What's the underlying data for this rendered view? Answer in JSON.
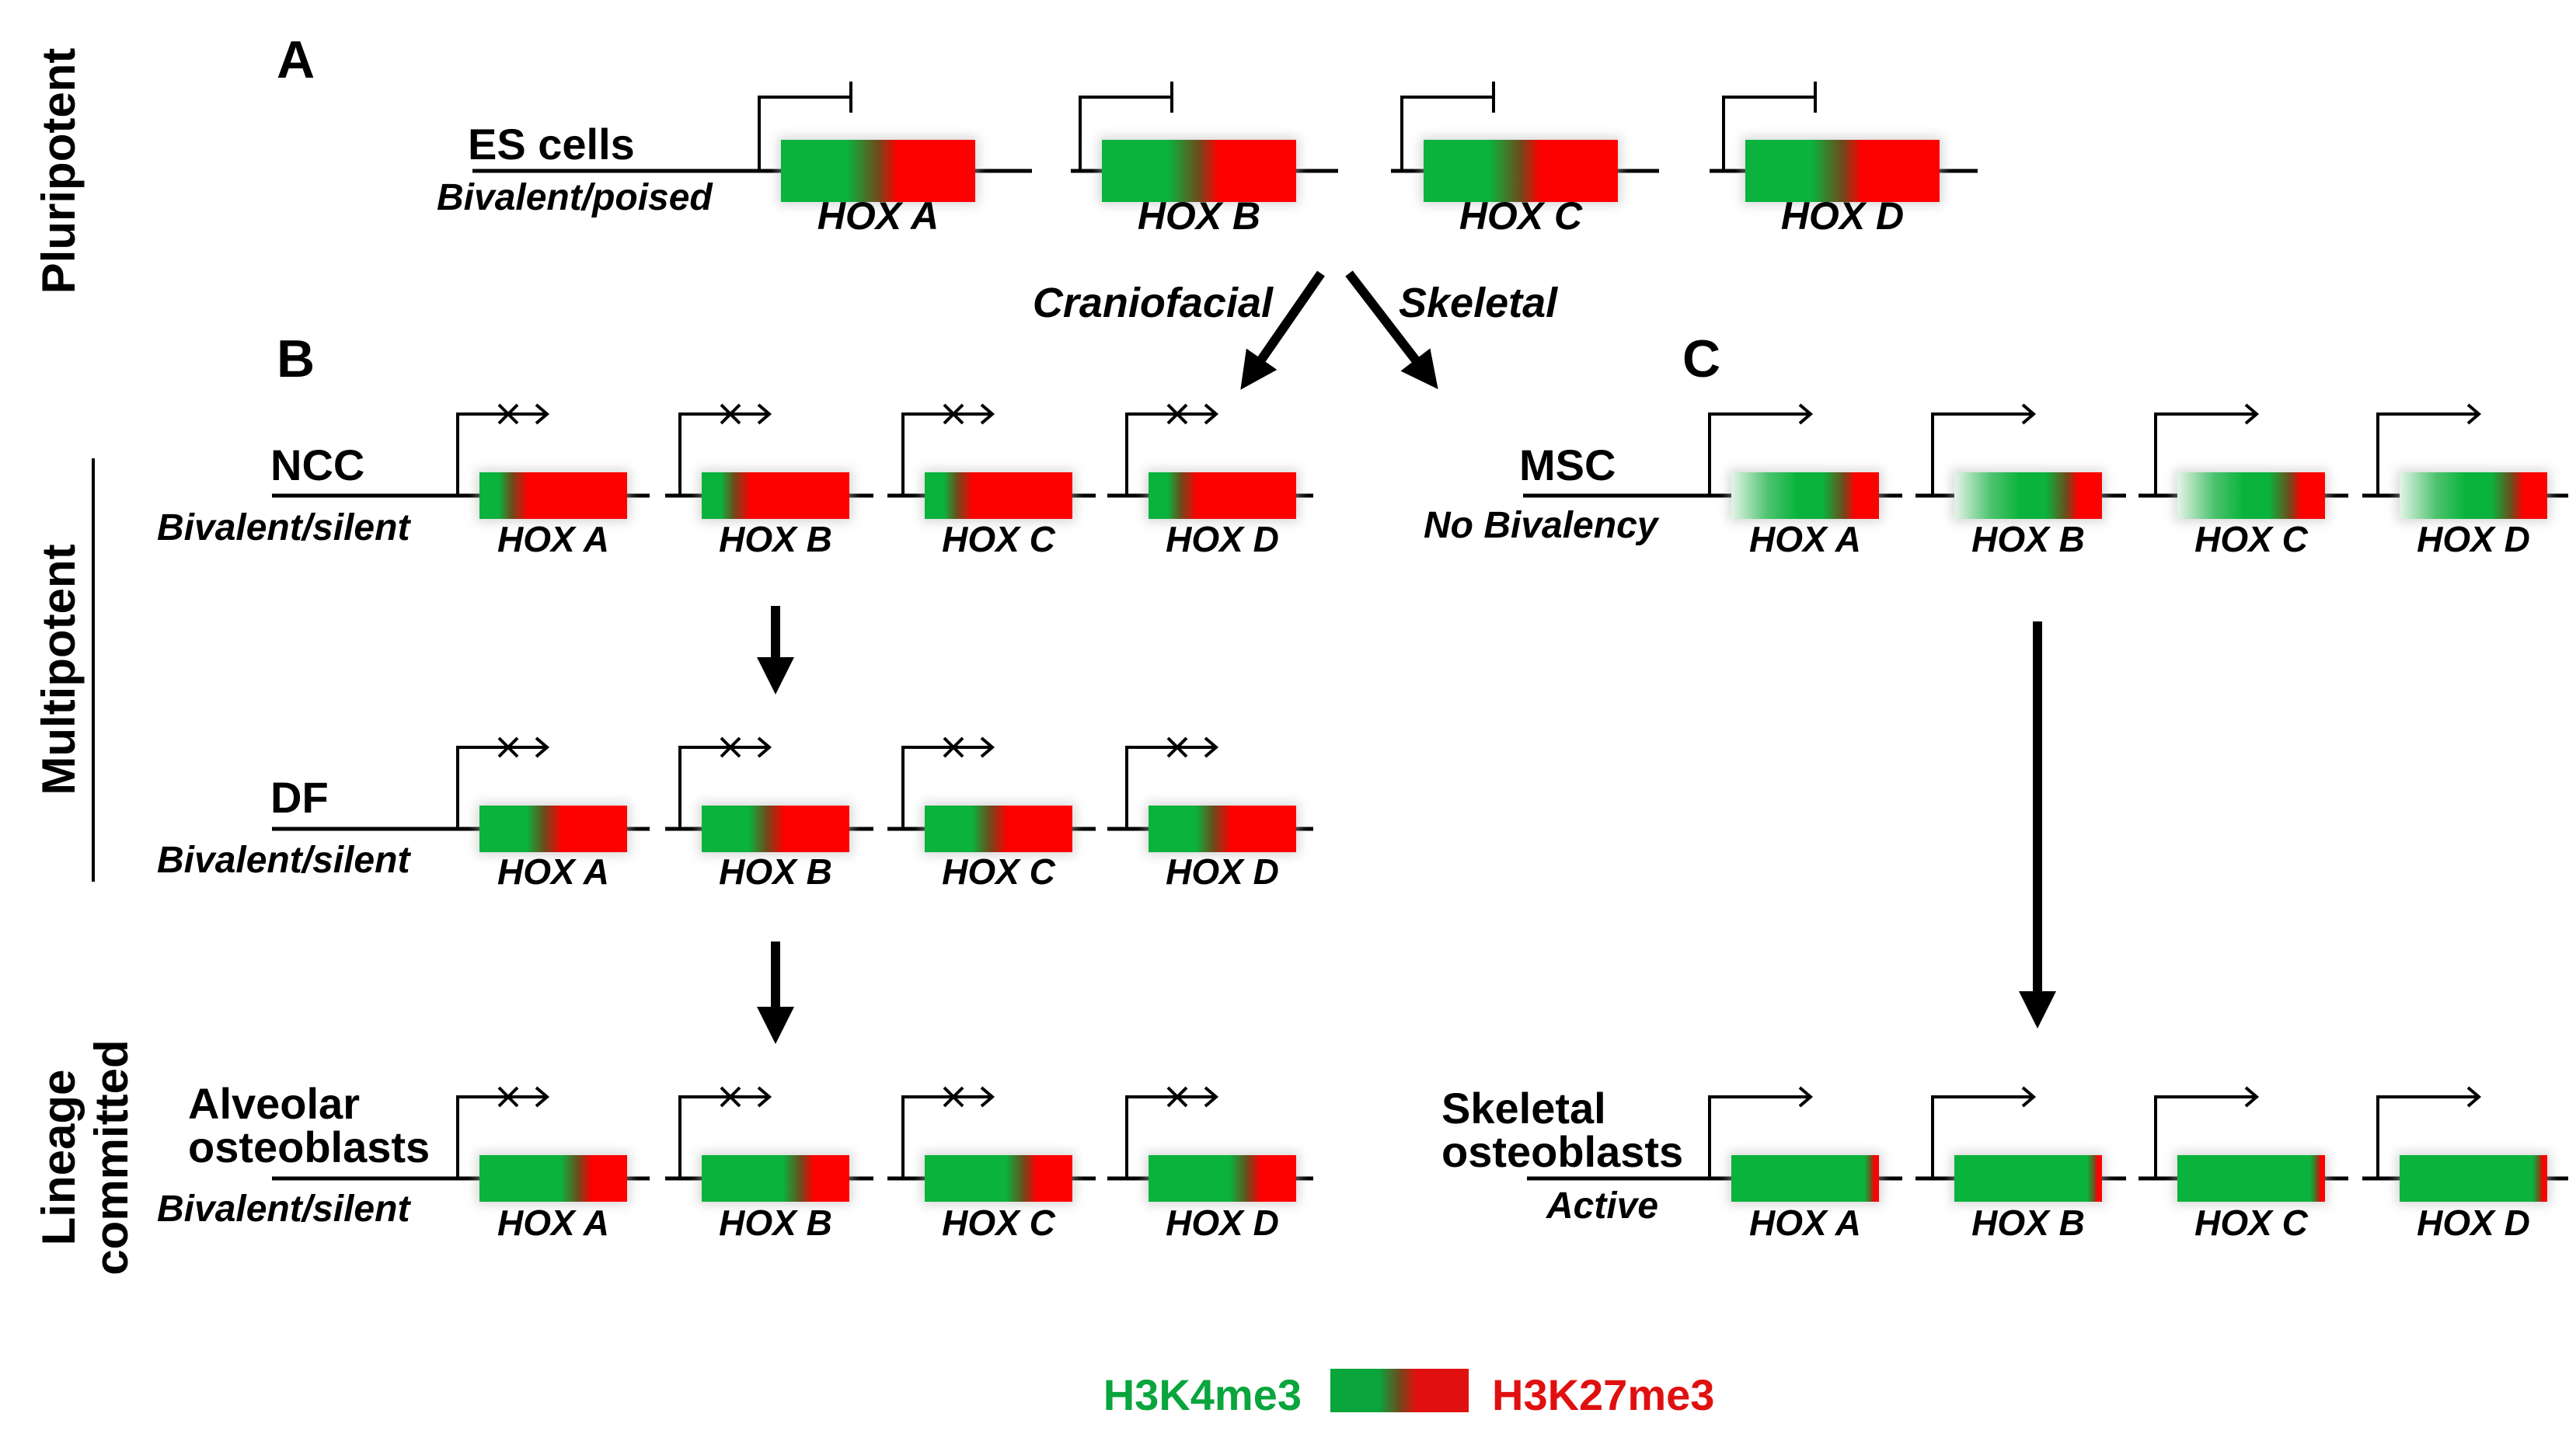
{
  "stage_labels": {
    "pluripotent": "Pluripotent",
    "multipotent": "Multipotent",
    "lineage_line1": "Lineage",
    "lineage_line2": "committed"
  },
  "panel_labels": {
    "a": "A",
    "b": "B",
    "c": "C"
  },
  "branch_labels": {
    "craniofacial": "Craniofacial",
    "skeletal": "Skeletal"
  },
  "gene_names": [
    "HOX A",
    "HOX B",
    "HOX C",
    "HOX D"
  ],
  "rows": [
    {
      "id": "es",
      "cell": "ES cells",
      "state": "Bivalent/poised",
      "mark": "bar",
      "green_fraction": 0.5
    },
    {
      "id": "ncc",
      "cell": "NCC",
      "state": "Bivalent/silent",
      "mark": "blocked",
      "green_fraction": 0.2
    },
    {
      "id": "df",
      "cell": "DF",
      "state": "Bivalent/silent",
      "mark": "blocked",
      "green_fraction": 0.42
    },
    {
      "id": "alv",
      "cell_line1": "Alveolar",
      "cell_line2": "osteoblasts",
      "state": "Bivalent/silent",
      "mark": "blocked",
      "green_fraction": 0.65
    },
    {
      "id": "msc",
      "cell": "MSC",
      "state": "No Bivalency",
      "mark": "active",
      "green_fraction": 0.8
    },
    {
      "id": "skel",
      "cell_line1": "Skeletal",
      "cell_line2": "osteoblasts",
      "state": "Active",
      "mark": "active",
      "green_fraction": 0.95
    }
  ],
  "legend": {
    "left": "H3K4me3",
    "right": "H3K27me3"
  },
  "colors": {
    "green": "#09b33c",
    "red": "#fd0000",
    "legend_green": "#0aa53c",
    "legend_red": "#e01010"
  }
}
